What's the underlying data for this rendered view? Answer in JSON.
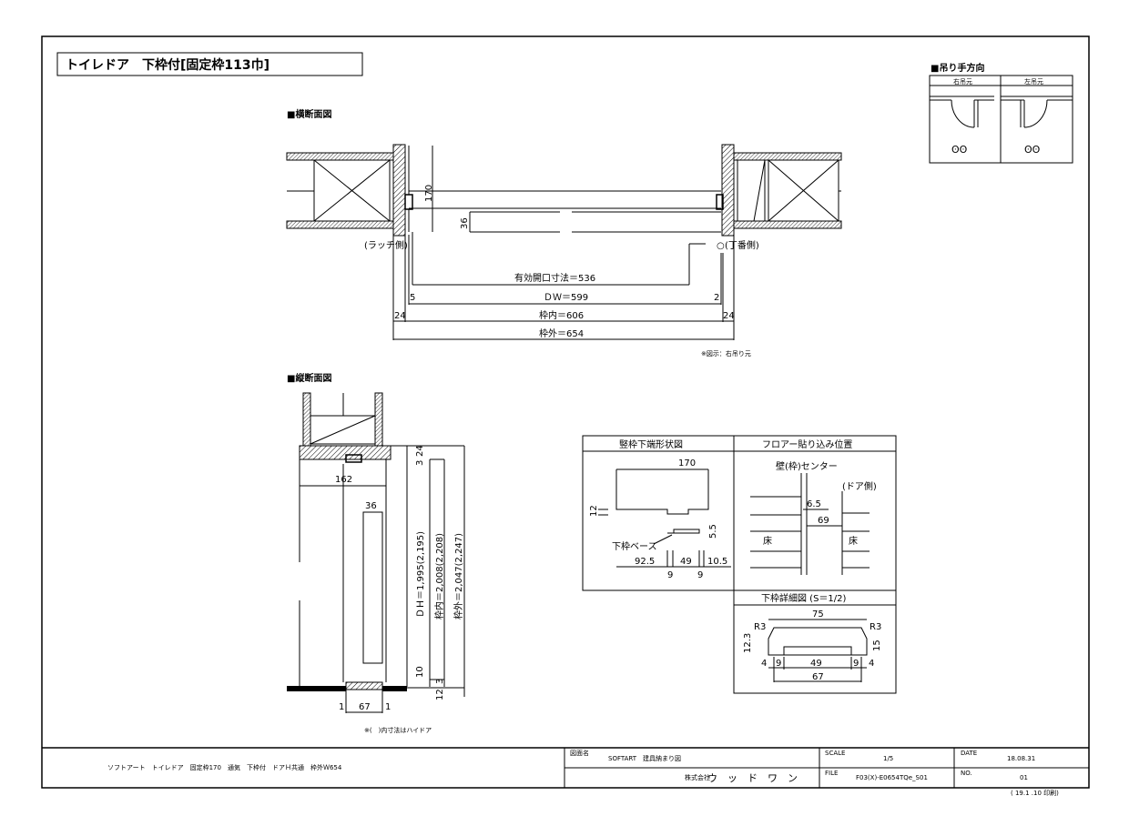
{
  "title": "トイレドア　下枠付[固定枠113巾]",
  "swing": {
    "heading": "■吊り手方向",
    "right_label": "右吊元",
    "left_label": "左吊元"
  },
  "plan": {
    "heading": "■横断面図",
    "latch_side": "(ラッチ側)",
    "hinge_side": "(丁番側)",
    "dim_170": "170",
    "dim_36": "36",
    "effective_opening": "有効開口寸法＝536",
    "dw": "ＤＷ＝599",
    "dim_5": "5",
    "dim_2": "2",
    "inner": "枠内＝606",
    "outer": "枠外＝654",
    "dim_24_left": "24",
    "dim_24_right": "24",
    "note": "※図示：右吊り元"
  },
  "section": {
    "heading": "■縦断面図",
    "dim_162": "162",
    "dim_36": "36",
    "dim_3": "3",
    "dim_24": "24",
    "dh": "ＤＨ＝1,995(2,195)",
    "inner": "枠内＝2,008(2,208)",
    "outer": "枠外＝2,047(2,247)",
    "dim_10": "10",
    "dim_3b": "3",
    "dim_12": "12",
    "dim_1_left": "1",
    "dim_67": "67",
    "dim_1_right": "1",
    "note": "※(　)内寸法はハイドア"
  },
  "frame_bottom": {
    "heading": "竪枠下端形状図",
    "dim_170": "170",
    "dim_12": "12",
    "dim_5_5": "5.5",
    "base_label": "下枠ベース",
    "dim_92_5": "92.5",
    "dim_49": "49",
    "dim_10_5": "10.5",
    "dim_9a": "9",
    "dim_9b": "9"
  },
  "floor": {
    "heading": "フロアー貼り込み位置",
    "center": "壁(枠)センター",
    "door_side": "(ドア側)",
    "dim_6_5": "6.5",
    "dim_69": "69",
    "floor_left": "床",
    "floor_right": "床"
  },
  "sill_detail": {
    "heading": "下枠詳細図 (S＝1/2)",
    "dim_75": "75",
    "r3_left": "R3",
    "r3_right": "R3",
    "dim_12_3": "12.3",
    "dim_15": "15",
    "dim_4a": "4",
    "dim_9a": "9",
    "dim_49": "49",
    "dim_9b": "9",
    "dim_4b": "4",
    "dim_67": "67"
  },
  "title_block": {
    "description": "ソフトアート　トイレドア　固定枠170　通気　下枠付　ドアＨ共通　枠外Ｗ654",
    "drawing_label": "図面名",
    "drawing_name": "SOFTART　建具納まり図",
    "company_label": "株式会社",
    "company": "ウ　ッ　ド　ワ　ン",
    "scale_label": "SCALE",
    "scale": "1/5",
    "file_label": "FILE",
    "file": "F03(X)-E0654TQe_S01",
    "date_label": "DATE",
    "date": "18.08.31",
    "no_label": "NO.",
    "no": "01",
    "print_date": "( 19.1 .10 印刷)"
  }
}
